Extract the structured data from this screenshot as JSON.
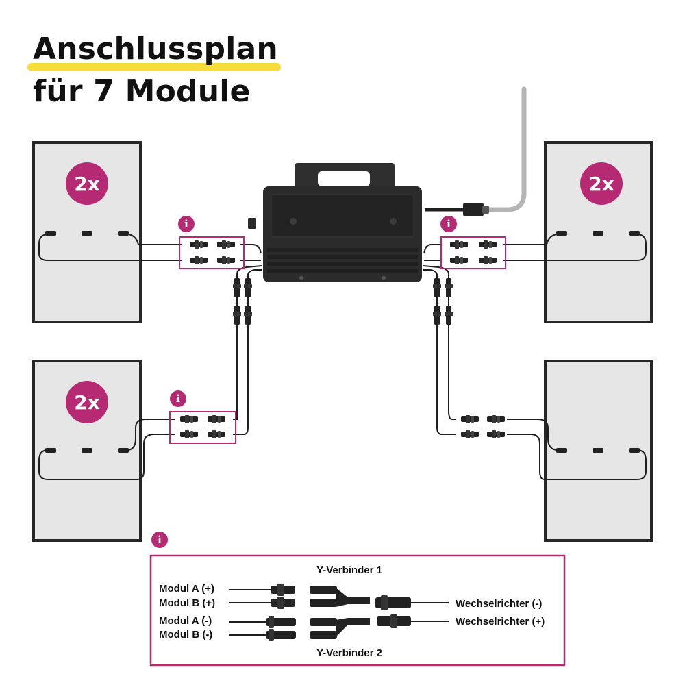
{
  "title": {
    "line1": "Anschlussplan",
    "line2": "für 7 Module"
  },
  "panels": [
    {
      "id": "top-left",
      "count_label": "2x"
    },
    {
      "id": "top-right",
      "count_label": "2x"
    },
    {
      "id": "bottom-left",
      "count_label": "2x"
    },
    {
      "id": "bottom-right",
      "count_label": ""
    }
  ],
  "info_marker": "i",
  "legend": {
    "y_connector_1": "Y-Verbinder 1",
    "y_connector_2": "Y-Verbinder 2",
    "module_a_plus": "Modul A (+)",
    "module_b_plus": "Modul B (+)",
    "module_a_minus": "Modul A (-)",
    "module_b_minus": "Modul B (-)",
    "inverter_minus": "Wechselrichter (-)",
    "inverter_plus": "Wechselrichter (+)"
  },
  "colors": {
    "accent": "#b52a73",
    "highlight": "#f7dd3c",
    "panel_fill": "#e7e6e6",
    "panel_frame": "#262626",
    "inverter": "#2b2b2b",
    "cable": "#1e1e1e",
    "ac_cable": "#b5b5b5"
  }
}
